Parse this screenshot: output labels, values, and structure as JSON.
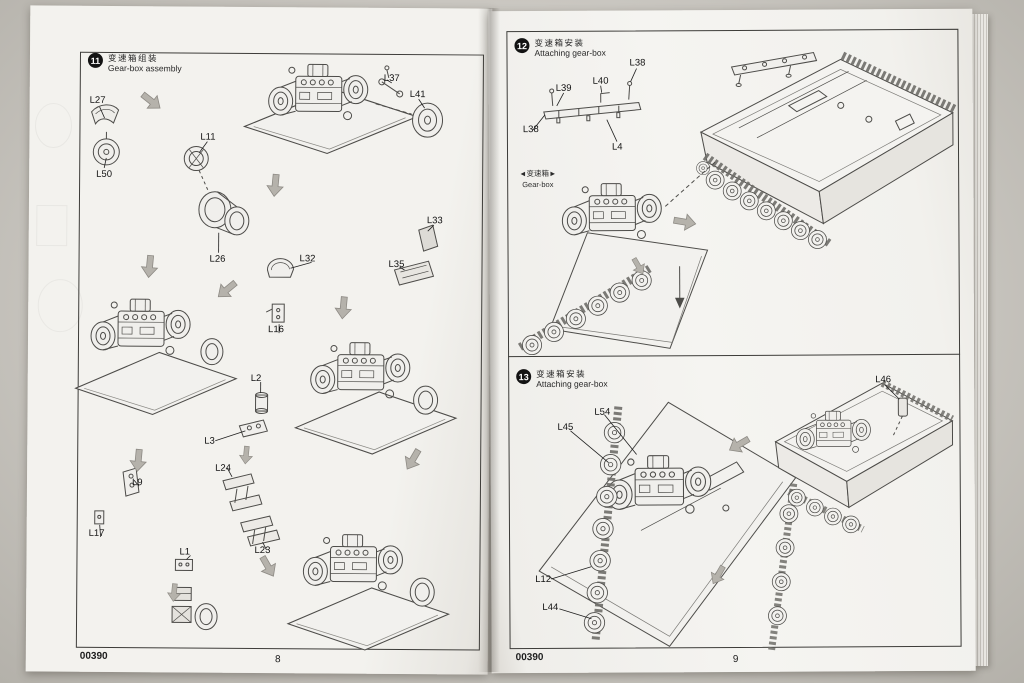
{
  "page_left": {
    "step": {
      "number": "11",
      "title_cn": "变速箱组装",
      "title_en": "Gear-box assembly"
    },
    "labels": [
      "L27",
      "L50",
      "L11",
      "L26",
      "L37",
      "L41",
      "L33",
      "L35",
      "L32",
      "L16",
      "L2",
      "L3",
      "L9",
      "L17",
      "L24",
      "L23",
      "L1"
    ],
    "footer": {
      "code": "00390",
      "page": "8"
    }
  },
  "page_right": {
    "step12": {
      "number": "12",
      "title_cn": "变速箱安装",
      "title_en": "Attaching gear-box",
      "labels": [
        "L38",
        "L39",
        "L40",
        "L38",
        "L4"
      ],
      "note_cn": "◄变速箱►",
      "note_en": "Gear-box"
    },
    "step13": {
      "number": "13",
      "title_cn": "变速箱安装",
      "title_en": "Attaching gear-box",
      "labels": [
        "L46",
        "L54",
        "L45",
        "L12",
        "L44"
      ]
    },
    "footer": {
      "code": "00390",
      "page": "9"
    }
  }
}
